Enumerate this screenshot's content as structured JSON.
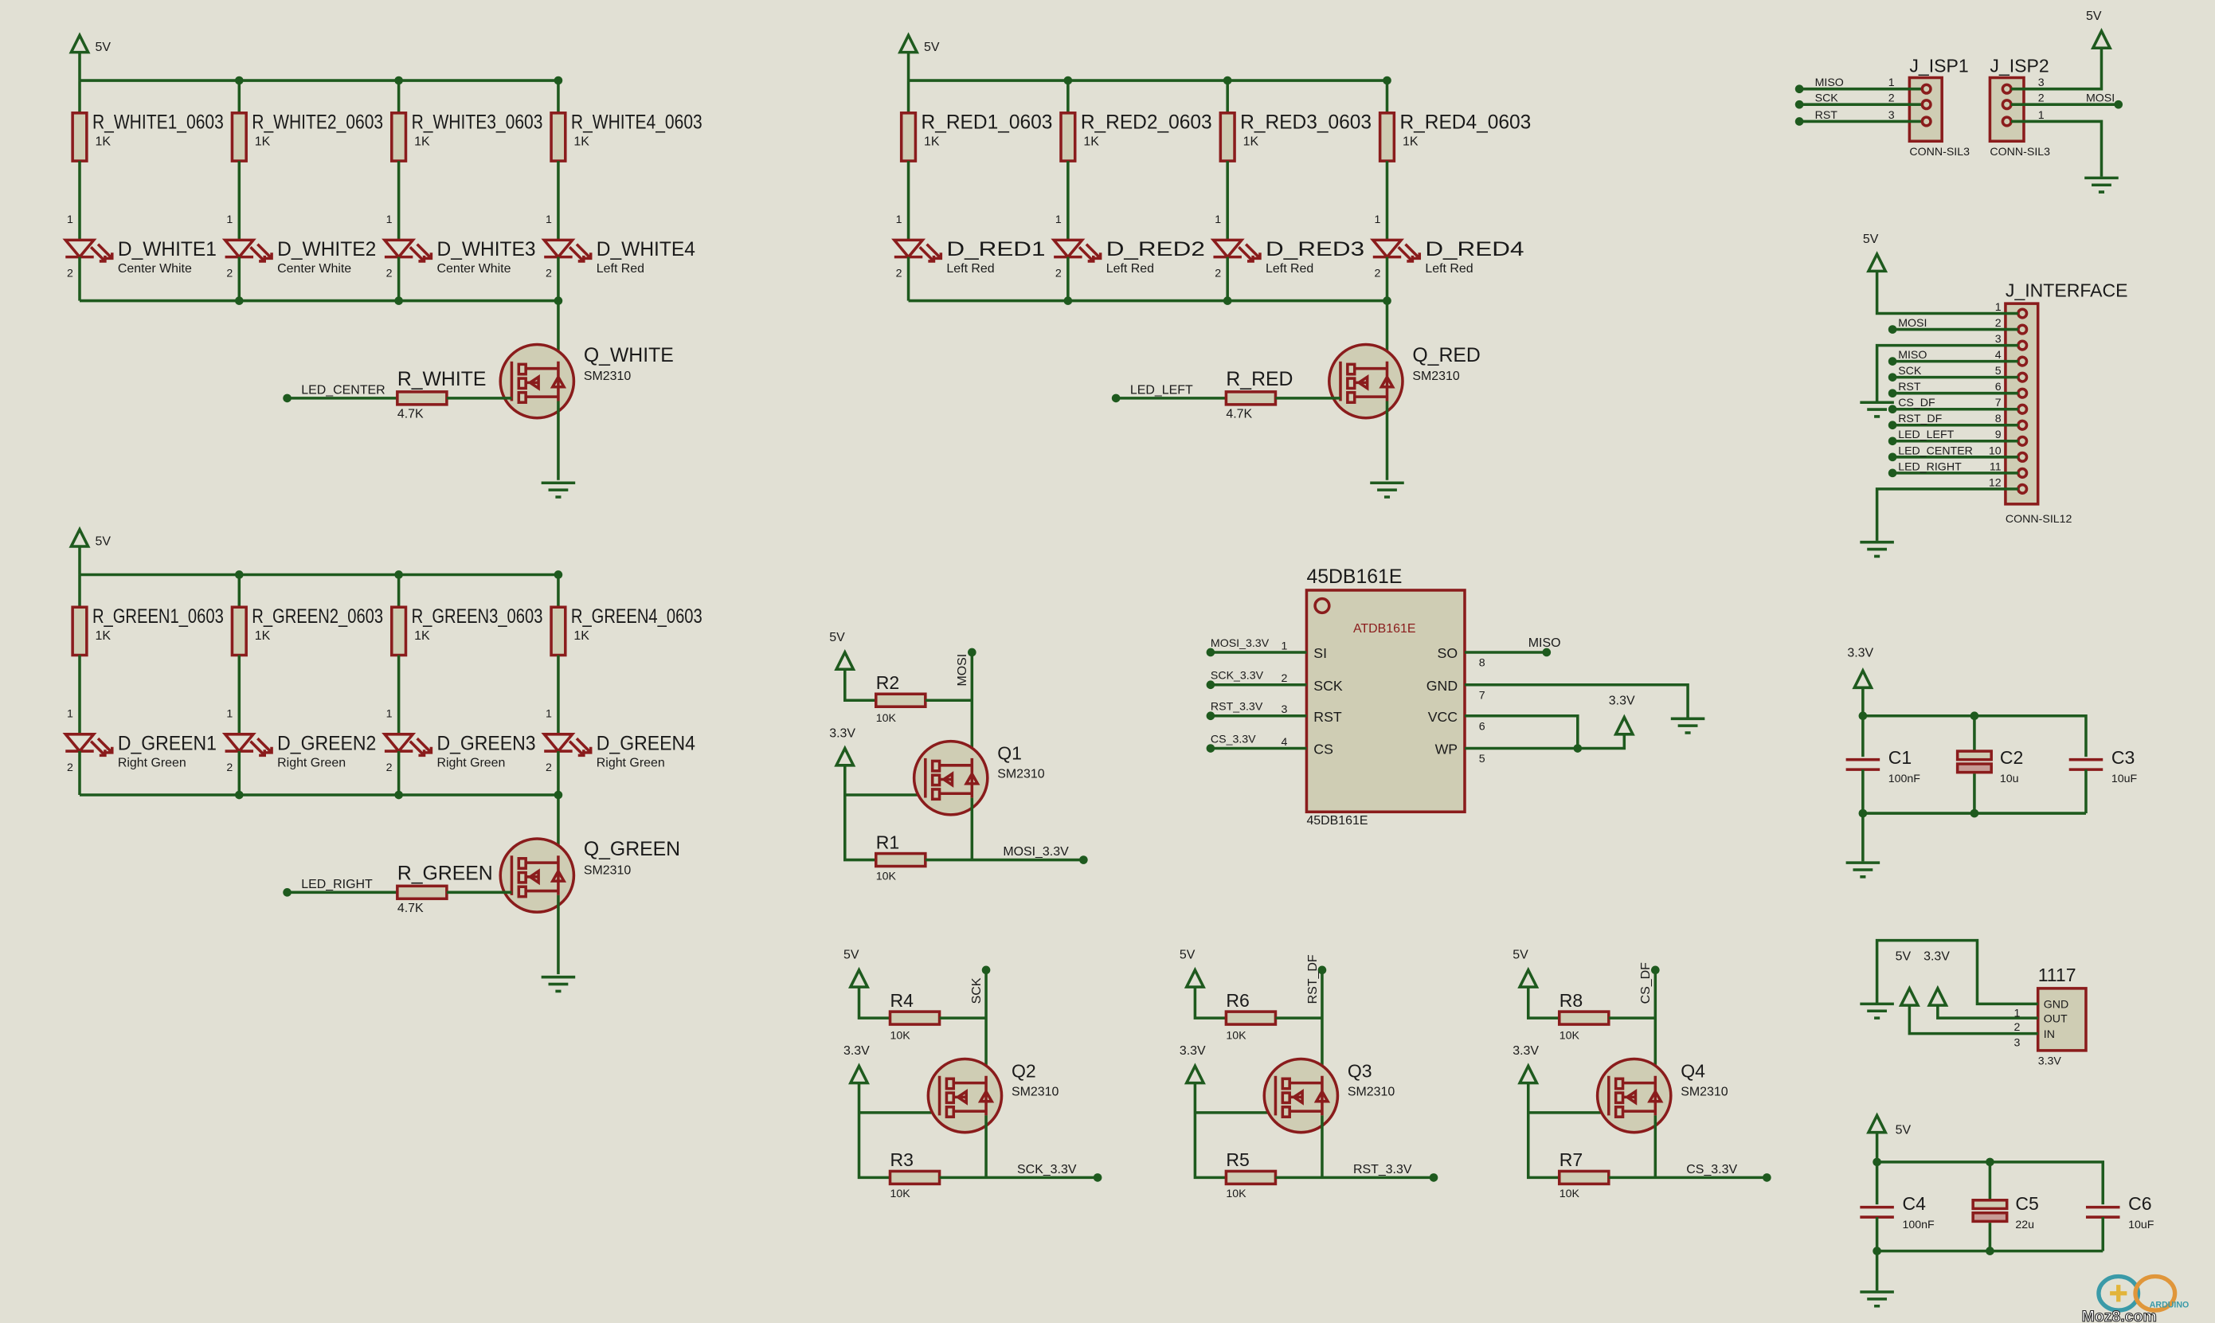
{
  "banks": [
    {
      "supply": "5V",
      "resistors": [
        {
          "ref": "R_WHITE1_0603",
          "value": "1K"
        },
        {
          "ref": "R_WHITE2_0603",
          "value": "1K"
        },
        {
          "ref": "R_WHITE3_0603",
          "value": "1K"
        },
        {
          "ref": "R_WHITE4_0603",
          "value": "1K"
        }
      ],
      "leds": [
        {
          "ref": "D_WHITE1",
          "desc": "Center White",
          "pin1": "1",
          "pin2": "2"
        },
        {
          "ref": "D_WHITE2",
          "desc": "Center White",
          "pin1": "1",
          "pin2": "2"
        },
        {
          "ref": "D_WHITE3",
          "desc": "Center White",
          "pin1": "1",
          "pin2": "2"
        },
        {
          "ref": "D_WHITE4",
          "desc": "Left Red",
          "pin1": "1",
          "pin2": "2"
        }
      ],
      "mosfet": {
        "ref": "Q_WHITE",
        "part": "SM2310"
      },
      "gate_resistor": {
        "ref": "R_WHITE",
        "value": "4.7K"
      },
      "net": "LED_CENTER"
    },
    {
      "supply": "5V",
      "resistors": [
        {
          "ref": "R_RED1_0603",
          "value": "1K"
        },
        {
          "ref": "R_RED2_0603",
          "value": "1K"
        },
        {
          "ref": "R_RED3_0603",
          "value": "1K"
        },
        {
          "ref": "R_RED4_0603",
          "value": "1K"
        }
      ],
      "leds": [
        {
          "ref": "D_RED1",
          "desc": "Left Red",
          "pin1": "1",
          "pin2": "2"
        },
        {
          "ref": "D_RED2",
          "desc": "Left Red",
          "pin1": "1",
          "pin2": "2"
        },
        {
          "ref": "D_RED3",
          "desc": "Left Red",
          "pin1": "1",
          "pin2": "2"
        },
        {
          "ref": "D_RED4",
          "desc": "Left Red",
          "pin1": "1",
          "pin2": "2"
        }
      ],
      "mosfet": {
        "ref": "Q_RED",
        "part": "SM2310"
      },
      "gate_resistor": {
        "ref": "R_RED",
        "value": "4.7K"
      },
      "net": "LED_LEFT"
    },
    {
      "supply": "5V",
      "resistors": [
        {
          "ref": "R_GREEN1_0603",
          "value": "1K"
        },
        {
          "ref": "R_GREEN2_0603",
          "value": "1K"
        },
        {
          "ref": "R_GREEN3_0603",
          "value": "1K"
        },
        {
          "ref": "R_GREEN4_0603",
          "value": "1K"
        }
      ],
      "leds": [
        {
          "ref": "D_GREEN1",
          "desc": "Right Green",
          "pin1": "1",
          "pin2": "2"
        },
        {
          "ref": "D_GREEN2",
          "desc": "Right Green",
          "pin1": "1",
          "pin2": "2"
        },
        {
          "ref": "D_GREEN3",
          "desc": "Right Green",
          "pin1": "1",
          "pin2": "2"
        },
        {
          "ref": "D_GREEN4",
          "desc": "Right Green",
          "pin1": "1",
          "pin2": "2"
        }
      ],
      "mosfet": {
        "ref": "Q_GREEN",
        "part": "SM2310"
      },
      "gate_resistor": {
        "ref": "R_GREEN",
        "value": "4.7K"
      },
      "net": "LED_RIGHT"
    }
  ],
  "shifters": [
    {
      "q": "Q1",
      "part": "SM2310",
      "r_top": "R2",
      "r_top_value": "10K",
      "r_bot": "R1",
      "r_bot_value": "10K",
      "hv_net": "MOSI",
      "lv_net": "MOSI_3.3V",
      "hv_supply": "5V",
      "lv_supply": "3.3V"
    },
    {
      "q": "Q2",
      "part": "SM2310",
      "r_top": "R4",
      "r_top_value": "10K",
      "r_bot": "R3",
      "r_bot_value": "10K",
      "hv_net": "SCK",
      "lv_net": "SCK_3.3V",
      "hv_supply": "5V",
      "lv_supply": "3.3V"
    },
    {
      "q": "Q3",
      "part": "SM2310",
      "r_top": "R6",
      "r_top_value": "10K",
      "r_bot": "R5",
      "r_bot_value": "10K",
      "hv_net": "RST_DF",
      "lv_net": "RST_3.3V",
      "hv_supply": "5V",
      "lv_supply": "3.3V"
    },
    {
      "q": "Q4",
      "part": "SM2310",
      "r_top": "R8",
      "r_top_value": "10K",
      "r_bot": "R7",
      "r_bot_value": "10K",
      "hv_net": "CS_DF",
      "lv_net": "CS_3.3V",
      "hv_supply": "5V",
      "lv_supply": "3.3V"
    }
  ],
  "flash": {
    "ref": "45DB161E",
    "part": "ATDB161E",
    "footer": "45DB161E",
    "left_pins": [
      {
        "name": "SI",
        "num": "1",
        "net": "MOSI_3.3V"
      },
      {
        "name": "SCK",
        "num": "2",
        "net": "SCK_3.3V"
      },
      {
        "name": "RST",
        "num": "3",
        "net": "RST_3.3V"
      },
      {
        "name": "CS",
        "num": "4",
        "net": "CS_3.3V"
      }
    ],
    "right_pins": [
      {
        "name": "SO",
        "num": "8"
      },
      {
        "name": "GND",
        "num": "7"
      },
      {
        "name": "VCC",
        "num": "6"
      },
      {
        "name": "WP",
        "num": "5"
      }
    ],
    "miso_net": "MISO",
    "supply": "3.3V"
  },
  "isp1": {
    "ref": "J_ISP1",
    "part": "CONN-SIL3",
    "pins": [
      {
        "num": "1",
        "net": "MISO"
      },
      {
        "num": "2",
        "net": "SCK"
      },
      {
        "num": "3",
        "net": "RST"
      }
    ]
  },
  "isp2": {
    "ref": "J_ISP2",
    "part": "CONN-SIL3",
    "pins": [
      "3",
      "2",
      "1"
    ],
    "net": "MOSI",
    "supply": "5V"
  },
  "interface": {
    "ref": "J_INTERFACE",
    "part": "CONN-SIL12",
    "supply": "5V",
    "pins": [
      {
        "num": "1",
        "net": ""
      },
      {
        "num": "2",
        "net": "MOSI"
      },
      {
        "num": "3",
        "net": ""
      },
      {
        "num": "4",
        "net": "MISO"
      },
      {
        "num": "5",
        "net": "SCK"
      },
      {
        "num": "6",
        "net": "RST"
      },
      {
        "num": "7",
        "net": "CS_DF"
      },
      {
        "num": "8",
        "net": "RST_DF"
      },
      {
        "num": "9",
        "net": "LED_LEFT"
      },
      {
        "num": "10",
        "net": "LED_CENTER"
      },
      {
        "num": "11",
        "net": "LED_RIGHT"
      },
      {
        "num": "12",
        "net": ""
      }
    ]
  },
  "caps33": {
    "supply": "3.3V",
    "caps": [
      {
        "ref": "C1",
        "value": "100nF"
      },
      {
        "ref": "C2",
        "value": "10u"
      },
      {
        "ref": "C3",
        "value": "10uF"
      }
    ]
  },
  "regulator": {
    "ref": "1117",
    "value": "3.3V",
    "pins": [
      {
        "num": "1",
        "name": "GND"
      },
      {
        "num": "2",
        "name": "OUT"
      },
      {
        "num": "3",
        "name": "IN"
      }
    ],
    "in_supply": "5V",
    "out_supply": "3.3V"
  },
  "caps5": {
    "supply": "5V",
    "caps": [
      {
        "ref": "C4",
        "value": "100nF"
      },
      {
        "ref": "C5",
        "value": "22u"
      },
      {
        "ref": "C6",
        "value": "10uF"
      }
    ]
  },
  "watermark": {
    "brand": "ARDUINO",
    "site": "Moz8.com"
  },
  "colors": {
    "wire": "#1e5a1e",
    "component": "#8a1c1c",
    "body": "#cfcdb4",
    "background": "#e1e0d4"
  }
}
